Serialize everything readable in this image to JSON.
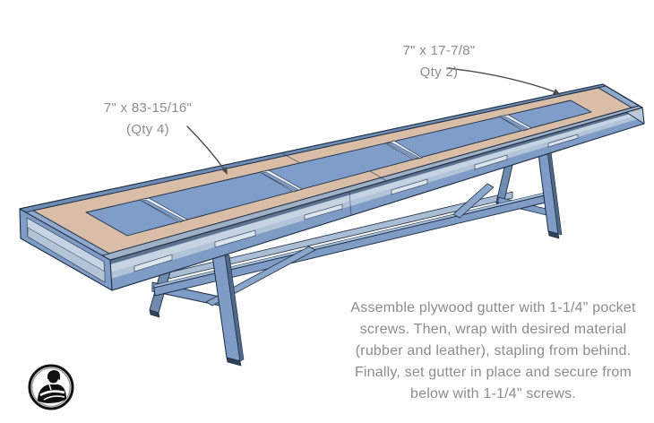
{
  "diagram": {
    "part_labels": [
      {
        "dimension": "7\" x 83-15/16\"",
        "quantity": "(Qty 4)"
      },
      {
        "dimension": "7\" x 17-7/8\"",
        "quantity": "Qty 2)"
      }
    ],
    "instructions": [
      "Assemble plywood gutter with 1-1/4\" pocket",
      "screws. Then, wrap with desired material",
      "(rubber and leather), stapling from behind.",
      "Finally, set gutter in place and secure from",
      "below with 1-1/4\" screws."
    ]
  },
  "colors": {
    "outline": "#1e2c42",
    "field": "#7e9dc8",
    "tan": "#d9bda7",
    "tan_shade": "#c2a58d",
    "rail_far": "#6d8cb4",
    "rail_near": "#9db0c6",
    "rail_end": "#8fa9cc",
    "frame_blue": "#7e9cc6",
    "frame_dark": "#5b7290",
    "frame_light": "#c6d3e2",
    "frame_mid": "#b3c4d8",
    "slot_light": "#dce5ee",
    "gap_light": "#e9eef5",
    "leg_far": "#6f8cb0",
    "leg_shade": "#50698a",
    "foot_dark": "#2e4258",
    "back_stretcher": "#a9bdd6",
    "stretcher_top": "#a9c0da",
    "brace": "#8aa6ca",
    "end_translucent": "#bccadd",
    "text_gray": "#8c8c8c",
    "arrow_gray": "#4a4a4a",
    "logo_black": "#111111"
  }
}
